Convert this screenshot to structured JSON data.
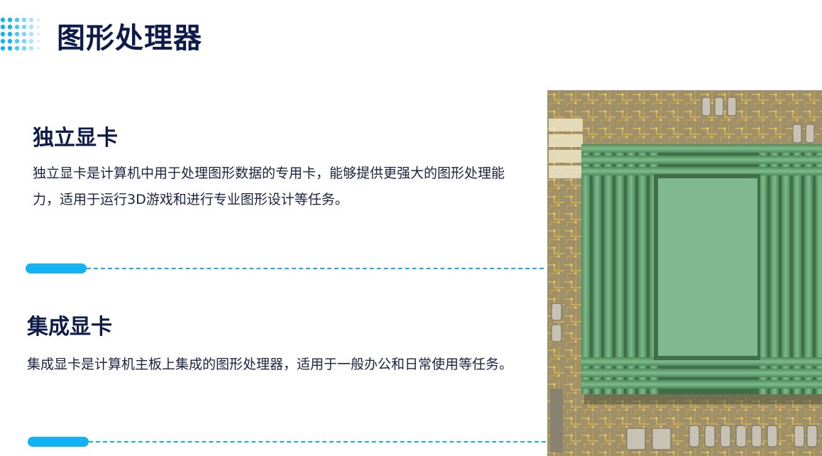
{
  "header": {
    "title": "图形处理器"
  },
  "sections": [
    {
      "title": "独立显卡",
      "description": "独立显卡是计算机中用于处理图形数据的专用卡，能够提供更强大的图形处理能力，适用于运行3D游戏和进行专业图形设计等任务。"
    },
    {
      "title": "集成显卡",
      "description": "集成显卡是计算机主板上集成的图形处理器，适用于一般办公和日常使用等任务。"
    }
  ],
  "colors": {
    "accent": "#12b3f5",
    "title": "#0d1b4a",
    "text": "#1a2340",
    "heatsink": "#6fae7f",
    "board": "#a89a6a"
  },
  "icons": {
    "decoration": "dot-grid-icon",
    "image": "gpu-heatsink-photo"
  }
}
